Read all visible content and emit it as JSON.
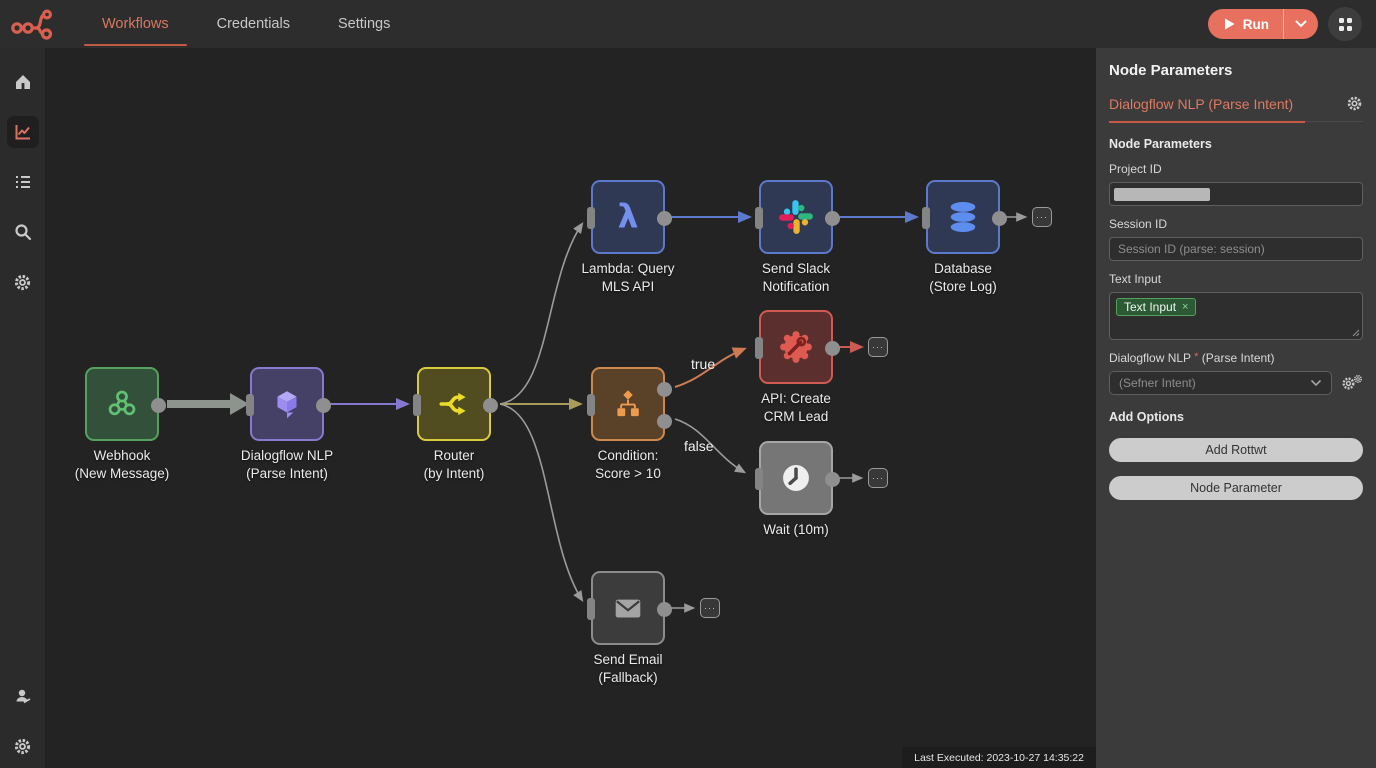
{
  "topbar": {
    "tabs": [
      {
        "label": "Workflows",
        "active": true
      },
      {
        "label": "Credentials",
        "active": false
      },
      {
        "label": "Settings",
        "active": false
      }
    ],
    "run_button": {
      "label": "Run"
    }
  },
  "canvas": {
    "nodes": [
      {
        "id": "webhook",
        "line1": "Webhook",
        "line2": "(New Message)"
      },
      {
        "id": "dialogflow",
        "line1": "Dialogflow NLP",
        "line2": "(Parse Intent)"
      },
      {
        "id": "router",
        "line1": "Router",
        "line2": "(by Intent)"
      },
      {
        "id": "lambda",
        "line1": "Lambda: Query",
        "line2": "MLS API"
      },
      {
        "id": "slack",
        "line1": "Send Slack",
        "line2": "Notification"
      },
      {
        "id": "database",
        "line1": "Database",
        "line2": "(Store Log)"
      },
      {
        "id": "condition",
        "line1": "Condition:",
        "line2": "Score > 10"
      },
      {
        "id": "api",
        "line1": "API: Create",
        "line2": "CRM Lead"
      },
      {
        "id": "wait",
        "line1": "Wait (10m)",
        "line2": ""
      },
      {
        "id": "email",
        "line1": "Send Email",
        "line2": "(Fallback)"
      }
    ],
    "edge_labels": {
      "true_label": "true",
      "false_label": "false"
    },
    "endpoint_glyph": "···",
    "lambda_glyph": "λ",
    "status_text": "Last Executed: 2023-10-27 14:35:22"
  },
  "panel": {
    "title": "Node Parameters",
    "tab_label": "Dialogflow NLP (Parse Intent)",
    "section_title": "Node Parameters",
    "fields": {
      "project_id": {
        "label": "Project ID"
      },
      "session_id": {
        "label": "Session ID",
        "placeholder": "Session ID (parse: session)"
      },
      "text_input": {
        "label": "Text Input",
        "tag": "Text Input",
        "tag_close": "×"
      },
      "dialogflow": {
        "label": "Dialogflow NLP",
        "required_mark": "*",
        "label_suffix": "(Parse Intent)",
        "value": "(Sefner Intent)"
      }
    },
    "add_options_label": "Add Options",
    "buttons": [
      {
        "label": "Add Rottwt"
      },
      {
        "label": "Node Parameter"
      }
    ]
  },
  "colors": {
    "accent": "#e06a56",
    "run_button": "#e8705f",
    "tab_highlight": "#dd7a61",
    "webhook_green": "#55a25f",
    "dialogflow_purple": "#857acf",
    "router_yellow": "#d9cc3a",
    "condition_orange": "#cd8850",
    "blue_node": "#5d79cb",
    "api_red": "#cf5a52",
    "tag_green_border": "#55a05c",
    "true_edge": "#cd7a55",
    "slack_blue": "#36C5F0",
    "slack_green": "#2EB67D",
    "slack_yellow": "#ECB22E",
    "slack_red": "#E01E5A"
  }
}
